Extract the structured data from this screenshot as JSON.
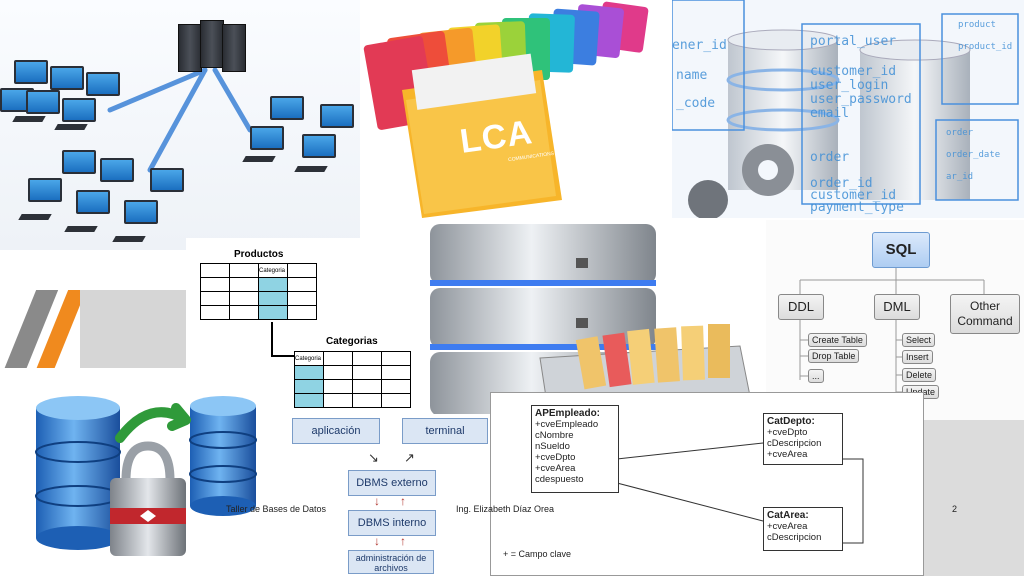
{
  "slide": {
    "footer_left": "Taller de Bases de Datos",
    "footer_center": "Ing. Elizabeth Díaz Orea",
    "page_number": "2"
  },
  "folders": {
    "logo_text": "LCA",
    "logo_sub": "COMMUNICATIONS"
  },
  "db_blue": {
    "texts": [
      "ener_id",
      "name",
      "_code",
      "portal_user",
      "customer_id",
      "user_login",
      "user_password",
      "email",
      "order",
      "order_id",
      "customer_id",
      "payment_type",
      "product",
      "product_id",
      "order",
      "order_date",
      "ar_id"
    ]
  },
  "products": {
    "title_productos": "Productos",
    "col_categoria": "Categoria",
    "title_categorias": "Categorias",
    "col_categoria2": "Categoria"
  },
  "sql_diagram": {
    "root": "SQL",
    "ddl": "DDL",
    "dml": "DML",
    "other": "Other Command",
    "ddl_items": [
      "Create Table",
      "Drop Table",
      "..."
    ],
    "dml_items": [
      "Select",
      "Insert",
      "Delete",
      "Update"
    ]
  },
  "flow": {
    "aplicacion": "aplicación",
    "terminal": "terminal",
    "dbms_externo": "DBMS externo",
    "dbms_interno": "DBMS interno",
    "administracion": "administración de archivos"
  },
  "er": {
    "entity1_title": "APEmpleado:",
    "entity1_fields": [
      "+cveEmpleado",
      "cNombre",
      "nSueldo",
      "+cveDpto",
      "+cveArea",
      "cdespuesto"
    ],
    "entity2_title": "CatDepto:",
    "entity2_fields": [
      "+cveDpto",
      "cDescripcion",
      "+cveArea"
    ],
    "entity3_title": "CatArea:",
    "entity3_fields": [
      "+cveArea",
      "cDescripcion"
    ],
    "legend": "+ = Campo clave"
  },
  "colors": {
    "accent_orange": "#f08a1e",
    "stripe_gray": "#8c8c8c",
    "blue": "#2f7fd0"
  }
}
